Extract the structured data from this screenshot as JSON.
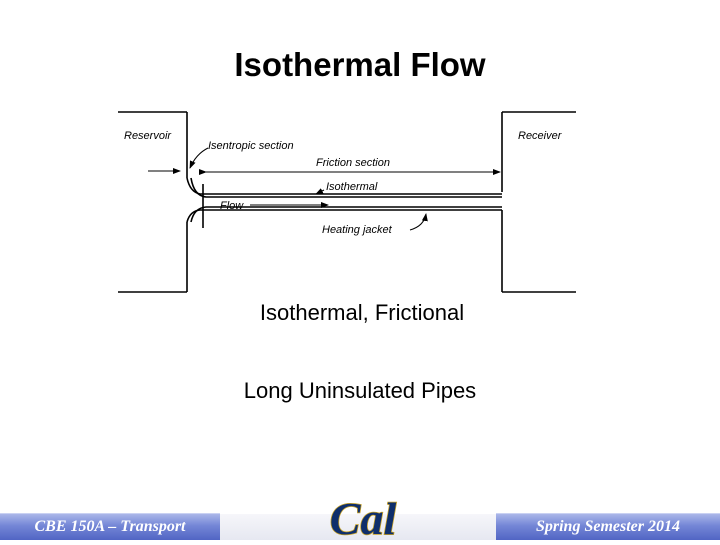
{
  "title": "Isothermal Flow",
  "diagram": {
    "labels": {
      "reservoir": "Reservoir",
      "receiver": "Receiver",
      "isentropic_section": "Isentropic section",
      "friction_section": "Friction section",
      "isothermal": "Isothermal",
      "flow": "Flow",
      "heating_jacket": "Heating jacket"
    }
  },
  "captions": {
    "line1": "Isothermal, Frictional",
    "line2": "Long Uninsulated Pipes"
  },
  "footer": {
    "left_text": "CBE 150A – Transport",
    "right_text": "Spring Semester 2014",
    "logo_text": "Cal",
    "logo_color": "#0f2f6b",
    "logo_outline": "#c9a227"
  }
}
